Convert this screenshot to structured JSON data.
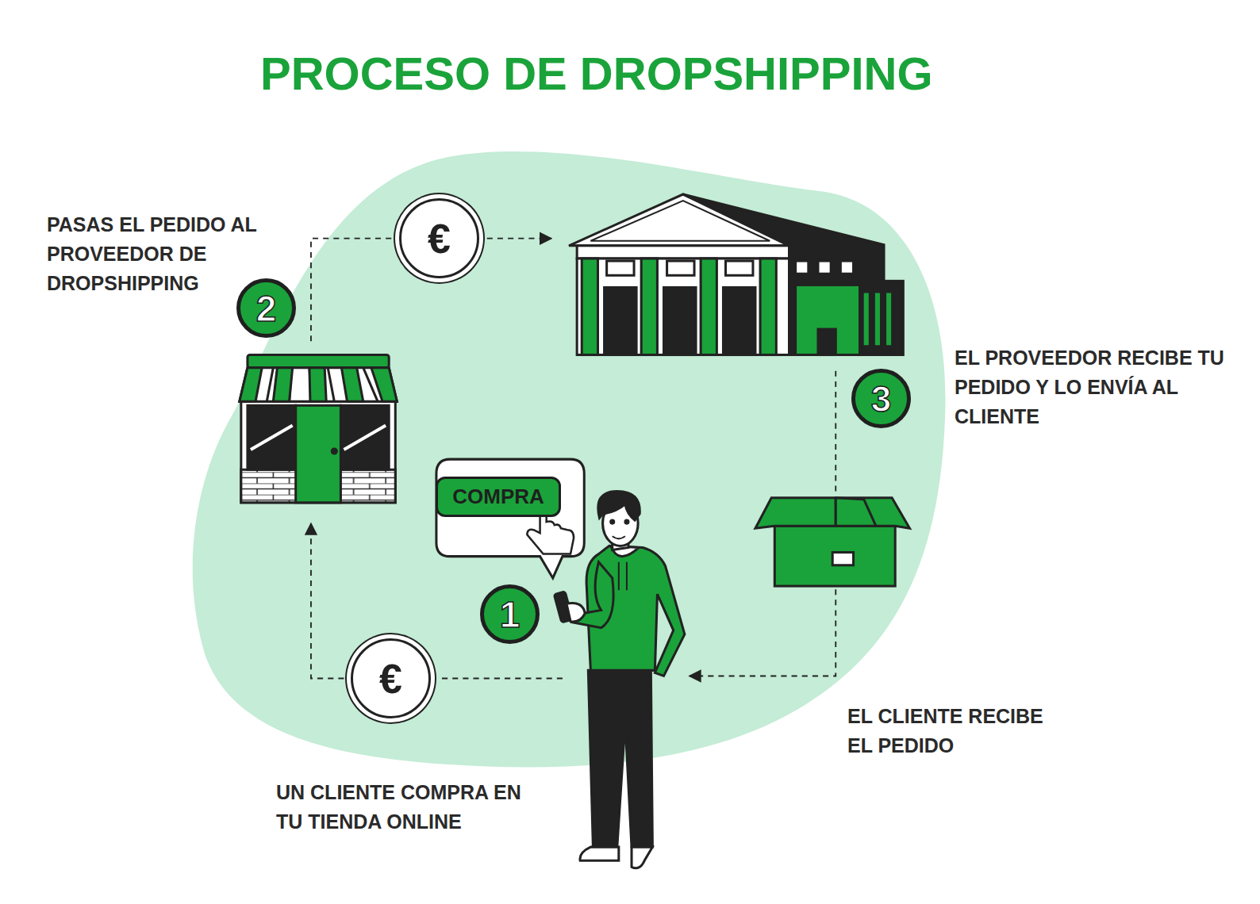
{
  "diagram": {
    "title": "PROCESO DE DROPSHIPPING",
    "nodes": [
      {
        "text": [
          "€"
        ]
      },
      {
        "text": [
          "2"
        ]
      },
      {
        "text": [
          "3"
        ]
      },
      {
        "text": [
          "COMPRA"
        ]
      },
      {
        "text": [
          "1"
        ]
      },
      {
        "text": [
          "€"
        ]
      }
    ],
    "labels": [
      "PASAS EL PEDIDO AL PROVEEDOR DE DROPSHIPPING",
      "EL PROVEEDOR RECIBE TU PEDIDO Y LO ENVÍA AL CLIENTE",
      "EL CLIENTE RECIBE EL PEDIDO",
      "UN CLIENTE COMPRA EN TU TIENDA ONLINE"
    ]
  }
}
